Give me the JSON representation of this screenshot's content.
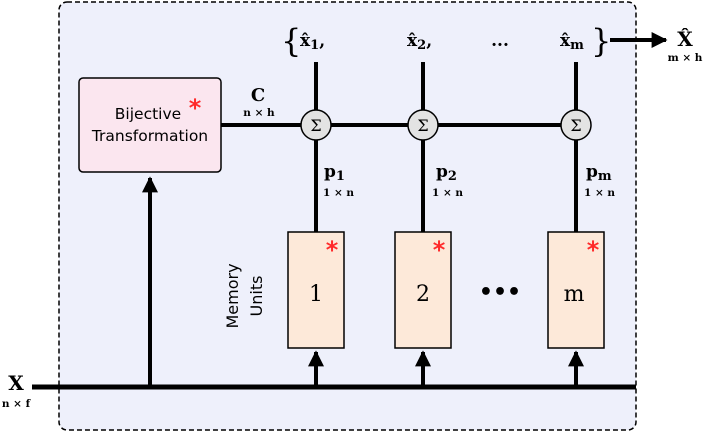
{
  "colors": {
    "panel_fill": "#eef0fb",
    "bijective_fill": "#fbe6ef",
    "memory_fill": "#fde9d9",
    "sum_fill": "#e3e3e3",
    "star": "#ff2a2a",
    "line": "#000000"
  },
  "bijective": {
    "line1": "Bijective",
    "line2": "Transformation",
    "star": "*"
  },
  "input": {
    "label": "X",
    "dims": "n × f"
  },
  "c_label": {
    "label": "C",
    "dims": "n × h"
  },
  "output": {
    "label": "X̂",
    "dims": "m × h"
  },
  "set_brace_left": "{",
  "set_brace_right": "}",
  "outputs": [
    {
      "base": "x̂",
      "sub": "1",
      "tail": ","
    },
    {
      "base": "x̂",
      "sub": "2",
      "tail": ","
    },
    {
      "text": "..."
    },
    {
      "base": "x̂",
      "sub": "m",
      "tail": ""
    }
  ],
  "sum_symbol": "Σ",
  "p_labels": [
    {
      "base": "p",
      "sub": "1",
      "dims": "1 × n"
    },
    {
      "base": "p",
      "sub": "2",
      "dims": "1 × n"
    },
    {
      "base": "p",
      "sub": "m",
      "dims": "1 × n"
    }
  ],
  "memory_caption": {
    "line1": "Memory",
    "line2": "Units"
  },
  "memory_units": [
    {
      "label": "1",
      "star": "*"
    },
    {
      "label": "2",
      "star": "*"
    },
    {
      "label": "m",
      "star": "*"
    }
  ],
  "memory_ellipsis": "•••"
}
